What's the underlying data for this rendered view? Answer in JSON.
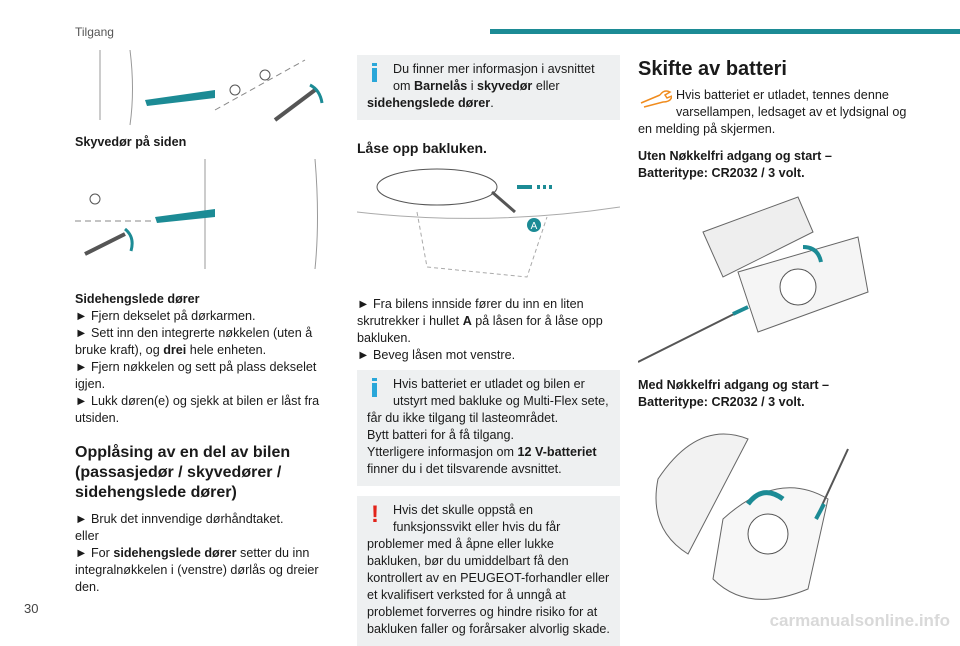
{
  "header": {
    "section": "Tilgang",
    "page_number": "30"
  },
  "left": {
    "caption1": "Skyvedør på siden",
    "sub_title": "Sidehengslede dører",
    "steps": [
      "Fjern dekselet på dørkarmen.",
      "Sett inn den integrerte nøkkelen (uten å bruke kraft), og ",
      "Fjern nøkkelen og sett på plass dekselet igjen.",
      "Lukk døren(e) og sjekk at bilen er låst fra utsiden."
    ],
    "step2_bold": "drei",
    "step2_tail": " hele enheten.",
    "heading": "Opplåsing av en del av bilen (passasjedør / skyvedører / sidehengslede dører)",
    "b1": "Bruk det innvendige dørhåndtaket.",
    "or": "eller",
    "b2_pre": "For ",
    "b2_bold": "sidehengslede dører",
    "b2_tail": " setter du inn integralnøkkelen i (venstre) dørlås og dreier den."
  },
  "middle": {
    "info1_pre": "Du finner mer informasjon i avsnittet om ",
    "info1_b1": "Barnelås",
    "info1_mid": " i ",
    "info1_b2": "skyvedør",
    "info1_mid2": " eller ",
    "info1_b3": "sidehengslede dører",
    "info1_end": ".",
    "heading": "Låse opp bakluken.",
    "label_a": "A",
    "s1_pre": "Fra bilens innside fører du inn en liten skrutrekker i hullet ",
    "s1_bold": "A",
    "s1_tail": " på låsen for å låse opp bakluken.",
    "s2": "Beveg låsen mot venstre.",
    "info2_l1": "Hvis batteriet er utladet og bilen er utstyrt med bakluke og Multi-Flex sete, får du ikke tilgang til lasteområdet.",
    "info2_l2": "Bytt batteri for å få tilgang.",
    "info2_pre": "Ytterligere informasjon om ",
    "info2_bold": "12 V-batteriet",
    "info2_tail": " finner du i det tilsvarende avsnittet.",
    "warn": "Hvis det skulle oppstå en funksjonssvikt eller hvis du får problemer med å åpne eller lukke bakluken, bør du umiddelbart få den kontrollert av en PEUGEOT-forhandler eller et kvalifisert verksted for å unngå at problemet forverres og hindre risiko for at bakluken faller og forårsaker alvorlig skade."
  },
  "right": {
    "heading": "Skifte av batteri",
    "intro": "Hvis batteriet er utladet, tennes denne varsellampen, ledsaget av et lydsignal og en melding på skjermen.",
    "sub1": "Uten Nøkkelfri adgang og start – Batteritype: CR2032 / 3 volt.",
    "sub2": "Med Nøkkelfri adgang og start – Batteritype: CR2032 / 3 volt."
  },
  "watermark": "carmanualsonline.info",
  "colors": {
    "accent": "#1c8b95",
    "info": "#2aa7d9",
    "warning": "#e2231a",
    "box": "#eef0f1"
  }
}
